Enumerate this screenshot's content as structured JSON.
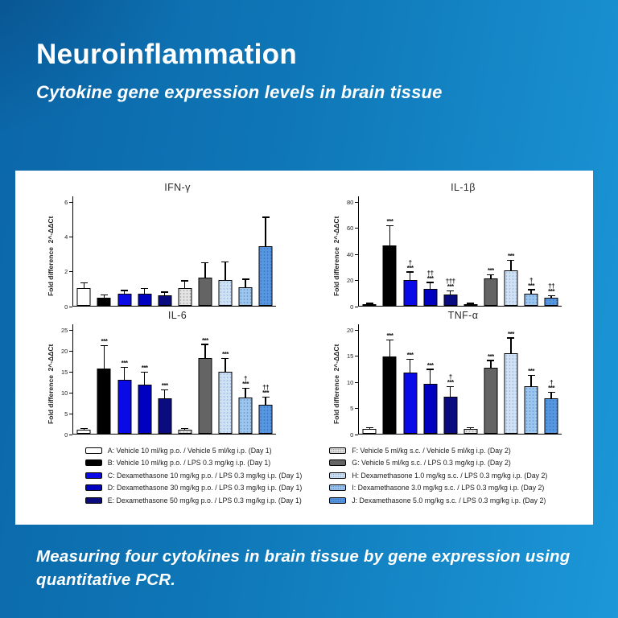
{
  "header": {
    "title": "Neuroinflammation",
    "subtitle": "Cytokine gene expression levels in brain tissue"
  },
  "caption": "Measuring four cytokines in brain tissue by gene expression using quantitative PCR.",
  "colors": {
    "background_dark": "#0b66a8",
    "background_light": "#1c97d8",
    "panel": "#ffffff",
    "axis": "#000000"
  },
  "groups": [
    {
      "id": "A",
      "color": "#ffffff",
      "dots": null
    },
    {
      "id": "B",
      "color": "#000000",
      "dots": null
    },
    {
      "id": "C",
      "color": "#0a0ae6",
      "dots": null
    },
    {
      "id": "D",
      "color": "#0000c0",
      "dots": null
    },
    {
      "id": "E",
      "color": "#0b0b80",
      "dots": null
    },
    {
      "id": "F",
      "color": "#e3e3e3",
      "dots": "rgba(110,110,110,0.55)"
    },
    {
      "id": "G",
      "color": "#646464",
      "dots": null
    },
    {
      "id": "H",
      "color": "#cfe1f4",
      "dots": "rgba(90,130,180,0.45)"
    },
    {
      "id": "I",
      "color": "#9cc6ed",
      "dots": "rgba(50,100,170,0.5)"
    },
    {
      "id": "J",
      "color": "#5797e1",
      "dots": "rgba(20,70,150,0.45)"
    }
  ],
  "chart_data": [
    {
      "type": "bar",
      "key": "ifn-gamma",
      "title": "IFN-γ",
      "ylabel_lines": [
        "Fold difference",
        "2^-ΔΔCt"
      ],
      "ylim": [
        0,
        6
      ],
      "yticks": [
        0,
        2,
        4,
        6
      ],
      "categories": [
        "A",
        "B",
        "C",
        "D",
        "E",
        "F",
        "G",
        "H",
        "I",
        "J"
      ],
      "values": [
        1.0,
        0.45,
        0.7,
        0.7,
        0.6,
        1.0,
        1.6,
        1.5,
        1.05,
        3.4
      ],
      "errors": [
        0.3,
        0.15,
        0.15,
        0.25,
        0.15,
        0.4,
        0.85,
        1.0,
        0.45,
        1.65
      ],
      "annotations": [
        null,
        null,
        null,
        null,
        null,
        null,
        null,
        null,
        null,
        null
      ]
    },
    {
      "type": "bar",
      "key": "il-1beta",
      "title": "IL-1β",
      "ylabel_lines": [
        "Fold difference",
        "2^-ΔΔCt"
      ],
      "ylim": [
        0,
        80
      ],
      "yticks": [
        0,
        20,
        40,
        60,
        80
      ],
      "categories": [
        "A",
        "B",
        "C",
        "D",
        "E",
        "F",
        "G",
        "H",
        "I",
        "J"
      ],
      "values": [
        1,
        46,
        19.5,
        13,
        8.5,
        1,
        21,
        27,
        9,
        6
      ],
      "errors": [
        0.4,
        15,
        6,
        4.5,
        2.5,
        0.4,
        2.5,
        7.5,
        3,
        1.5
      ],
      "annotations": [
        null,
        [
          "***"
        ],
        [
          "†",
          "***"
        ],
        [
          "††",
          "***"
        ],
        [
          "†††",
          "***"
        ],
        null,
        [
          "***"
        ],
        [
          "***"
        ],
        [
          "†",
          "***"
        ],
        [
          "††",
          "***"
        ]
      ]
    },
    {
      "type": "bar",
      "key": "il-6",
      "title": "IL-6",
      "ylabel_lines": [
        "Fold difference",
        "2^-ΔΔCt"
      ],
      "ylim": [
        0,
        25
      ],
      "yticks": [
        0,
        5,
        10,
        15,
        20,
        25
      ],
      "categories": [
        "A",
        "B",
        "C",
        "D",
        "E",
        "F",
        "G",
        "H",
        "I",
        "J"
      ],
      "values": [
        1.0,
        15.5,
        12.8,
        11.7,
        8.5,
        1.0,
        18,
        14.8,
        8.6,
        7
      ],
      "errors": [
        0.15,
        5.5,
        3.0,
        2.9,
        1.8,
        0.15,
        3.2,
        3.0,
        2.1,
        1.6
      ],
      "annotations": [
        null,
        [
          "***"
        ],
        [
          "***"
        ],
        [
          "***"
        ],
        [
          "***"
        ],
        null,
        [
          "***"
        ],
        [
          "***"
        ],
        [
          "†",
          "***"
        ],
        [
          "††",
          "***"
        ]
      ]
    },
    {
      "type": "bar",
      "key": "tnf-alpha",
      "title": "TNF-α",
      "ylabel_lines": [
        "Fold difference",
        "2^-ΔΔCt"
      ],
      "ylim": [
        0,
        20
      ],
      "yticks": [
        0,
        5,
        10,
        15,
        20
      ],
      "categories": [
        "A",
        "B",
        "C",
        "D",
        "E",
        "F",
        "G",
        "H",
        "I",
        "J"
      ],
      "values": [
        1.0,
        14.8,
        11.7,
        9.5,
        7.1,
        1.0,
        12.6,
        15.4,
        9.1,
        6.7
      ],
      "errors": [
        0.1,
        3.0,
        2.4,
        2.7,
        1.8,
        0.1,
        1.3,
        2.8,
        2.0,
        1.1
      ],
      "annotations": [
        null,
        [
          "***"
        ],
        [
          "***"
        ],
        [
          "***"
        ],
        [
          "†",
          "***"
        ],
        null,
        [
          "***"
        ],
        [
          "***"
        ],
        [
          "***"
        ],
        [
          "†",
          "***"
        ]
      ]
    }
  ],
  "legend_left": [
    {
      "group": "A",
      "label": "A: Vehicle 10 ml/kg p.o. / Vehicle 5 ml/kg i.p. (Day 1)"
    },
    {
      "group": "B",
      "label": "B: Vehicle 10 ml/kg p.o. / LPS 0.3 mg/kg i.p. (Day 1)"
    },
    {
      "group": "C",
      "label": "C: Dexamethasone 10 mg/kg p.o. / LPS 0.3 mg/kg i.p. (Day 1)"
    },
    {
      "group": "D",
      "label": "D: Dexamethasone 30 mg/kg p.o. / LPS 0.3 mg/kg i.p. (Day 1)"
    },
    {
      "group": "E",
      "label": "E: Dexamethasone 50 mg/kg p.o. / LPS 0.3 mg/kg i.p. (Day 1)"
    }
  ],
  "legend_right": [
    {
      "group": "F",
      "label": "F: Vehicle 5 ml/kg s.c. / Vehicle 5 ml/kg i.p. (Day 2)"
    },
    {
      "group": "G",
      "label": "G: Vehicle 5 ml/kg s.c. / LPS 0.3 mg/kg i.p. (Day 2)"
    },
    {
      "group": "H",
      "label": "H: Dexamethasone 1.0 mg/kg s.c. / LPS 0.3 mg/kg i.p. (Day 2)"
    },
    {
      "group": "I",
      "label": "I: Dexamethasone 3.0 mg/kg s.c. / LPS 0.3 mg/kg i.p. (Day 2)"
    },
    {
      "group": "J",
      "label": "J: Dexamethasone 5.0 mg/kg s.c. / LPS 0.3 mg/kg i.p. (Day 2)"
    }
  ]
}
